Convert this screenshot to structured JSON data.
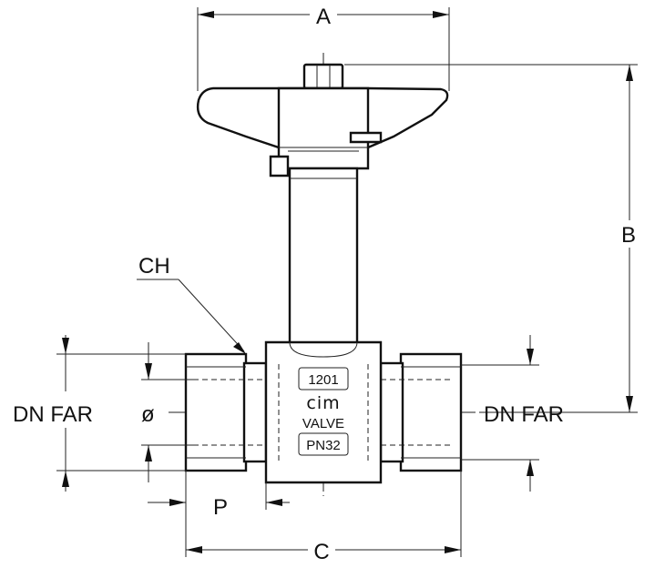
{
  "dimensions": {
    "A": "A",
    "B": "B",
    "C": "C",
    "P": "P",
    "CH": "CH",
    "dn_left": "DN FAR",
    "diameter": "ø",
    "dn_right": "DN FAR"
  },
  "body_markings": {
    "model": "1201",
    "brand": "cim",
    "valve": "VALVE",
    "pressure": "PN32"
  }
}
